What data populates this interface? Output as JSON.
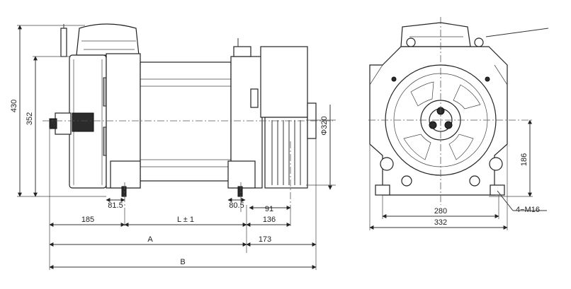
{
  "dimensions": {
    "height_overall": "430",
    "height_shaft": "352",
    "sheave_diameter": "Φ320",
    "offset_left": "185",
    "length": "L ± 1",
    "offset_right": "136",
    "dim_a": "A",
    "dim_173": "173",
    "dim_b": "B",
    "foot_left": "81.5",
    "foot_right": "80.5",
    "foot_91": "91",
    "base_280": "280",
    "base_332": "332",
    "height_186": "186",
    "bolt_spec": "4−M16"
  }
}
